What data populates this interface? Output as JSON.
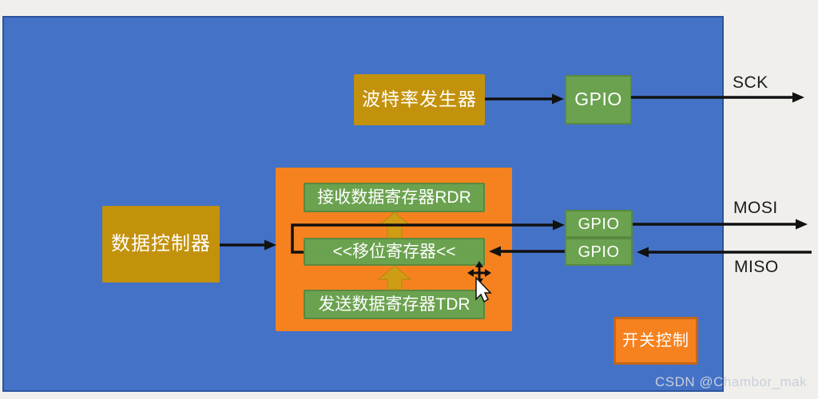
{
  "colors": {
    "page_bg": "#f0efec",
    "board_blue": "#4472c6",
    "board_border": "#2c549c",
    "gold": "#c3920c",
    "green": "#6ba24f",
    "green_border": "#59893f",
    "orange": "#f5821f",
    "orange_border": "#c4661c",
    "gold_arrow": "#cf9c15",
    "arrow_black": "#111111",
    "label_text": "#1a1a1a",
    "box_text": "#ffffff",
    "watermark": "#c9cfdb"
  },
  "blocks": {
    "baud_rate_generator": "波特率发生器",
    "gpio_sck": "GPIO",
    "data_controller": "数据控制器",
    "rdr": "接收数据寄存器RDR",
    "shift_register": "<<移位寄存器<<",
    "tdr": "发送数据寄存器TDR",
    "gpio_mosi": "GPIO",
    "gpio_miso": "GPIO",
    "switch_control": "开关控制"
  },
  "signals": {
    "sck": "SCK",
    "mosi": "MOSI",
    "miso": "MISO"
  },
  "watermark": "CSDN @Chambor_mak"
}
